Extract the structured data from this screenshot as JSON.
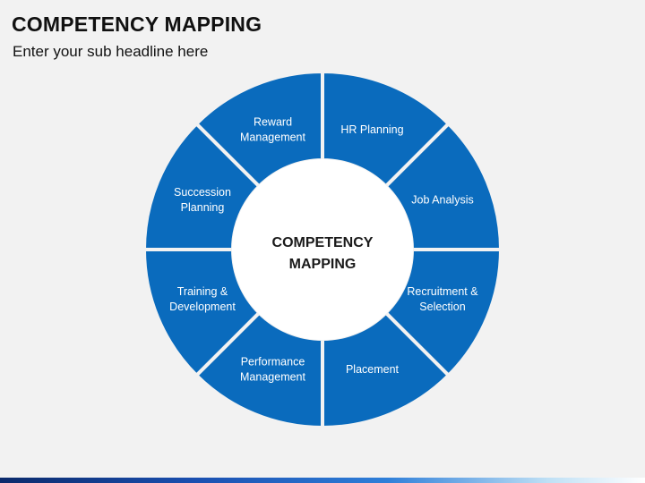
{
  "title": "COMPETENCY MAPPING",
  "subtitle": "Enter your sub headline here",
  "center": {
    "line1": "COMPETENCY",
    "line2": "MAPPING"
  },
  "segments": [
    {
      "id": "hr-planning",
      "lines": [
        "HR Planning"
      ]
    },
    {
      "id": "job-analysis",
      "lines": [
        "Job Analysis"
      ]
    },
    {
      "id": "recruitment-selection",
      "lines": [
        "Recruitment &",
        "Selection"
      ]
    },
    {
      "id": "placement",
      "lines": [
        "Placement"
      ]
    },
    {
      "id": "performance-management",
      "lines": [
        "Performance",
        "Management"
      ]
    },
    {
      "id": "training-development",
      "lines": [
        "Training &",
        "Development"
      ]
    },
    {
      "id": "succession-planning",
      "lines": [
        "Succession",
        "Planning"
      ]
    },
    {
      "id": "reward-management",
      "lines": [
        "Reward",
        "Management"
      ]
    }
  ],
  "colors": {
    "segment_fill": "#0a6bbd",
    "segment_gap": "#f2f2f2",
    "center_fill": "#ffffff",
    "background": "#f2f2f2"
  }
}
